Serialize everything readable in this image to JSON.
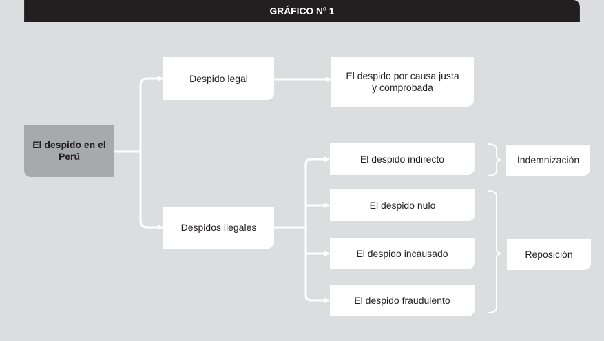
{
  "header": {
    "title": "GRÁFICO Nº 1"
  },
  "diagram": {
    "root": "El despido en el Perú",
    "legal": "Despido legal",
    "legal_detail": "El despido por causa justa y comprobada",
    "illegal": "Despidos ilegales",
    "types": {
      "indirecto": "El despido indirecto",
      "nulo": "El despido nulo",
      "incausado": "El despido incausado",
      "fraudulento": "El despido fraudulento"
    },
    "outcomes": {
      "indemnizacion": "Indemnización",
      "reposicion": "Reposición"
    }
  },
  "colors": {
    "header_bg": "#231f20",
    "background": "#dcdddf",
    "root_fill": "#a7a9ac",
    "node_fill": "#ffffff",
    "connector": "#ffffff"
  }
}
